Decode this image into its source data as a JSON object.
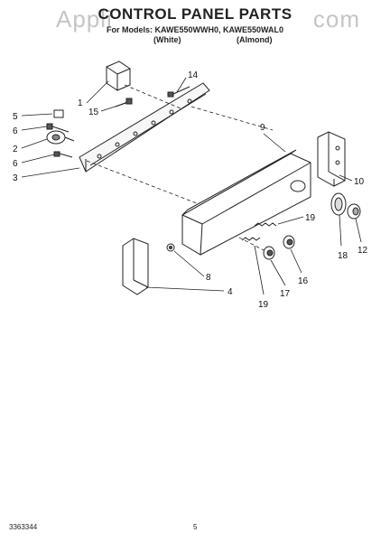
{
  "header": {
    "title": "CONTROL PANEL PARTS",
    "subtitle": "For Models: KAWE550WWH0, KAWE550WAL0",
    "variant_left": "(White)",
    "variant_right": "(Almond)"
  },
  "watermark": "Appli                           com",
  "footer": {
    "part_number": "3363344",
    "page_number": "5"
  },
  "callouts": [
    "1",
    "2",
    "3",
    "4",
    "5",
    "6",
    "6",
    "8",
    "9",
    "10",
    "12",
    "14",
    "15",
    "16",
    "17",
    "18",
    "19",
    "19"
  ],
  "colors": {
    "line": "#222222",
    "watermark": "#9a9a9a"
  }
}
